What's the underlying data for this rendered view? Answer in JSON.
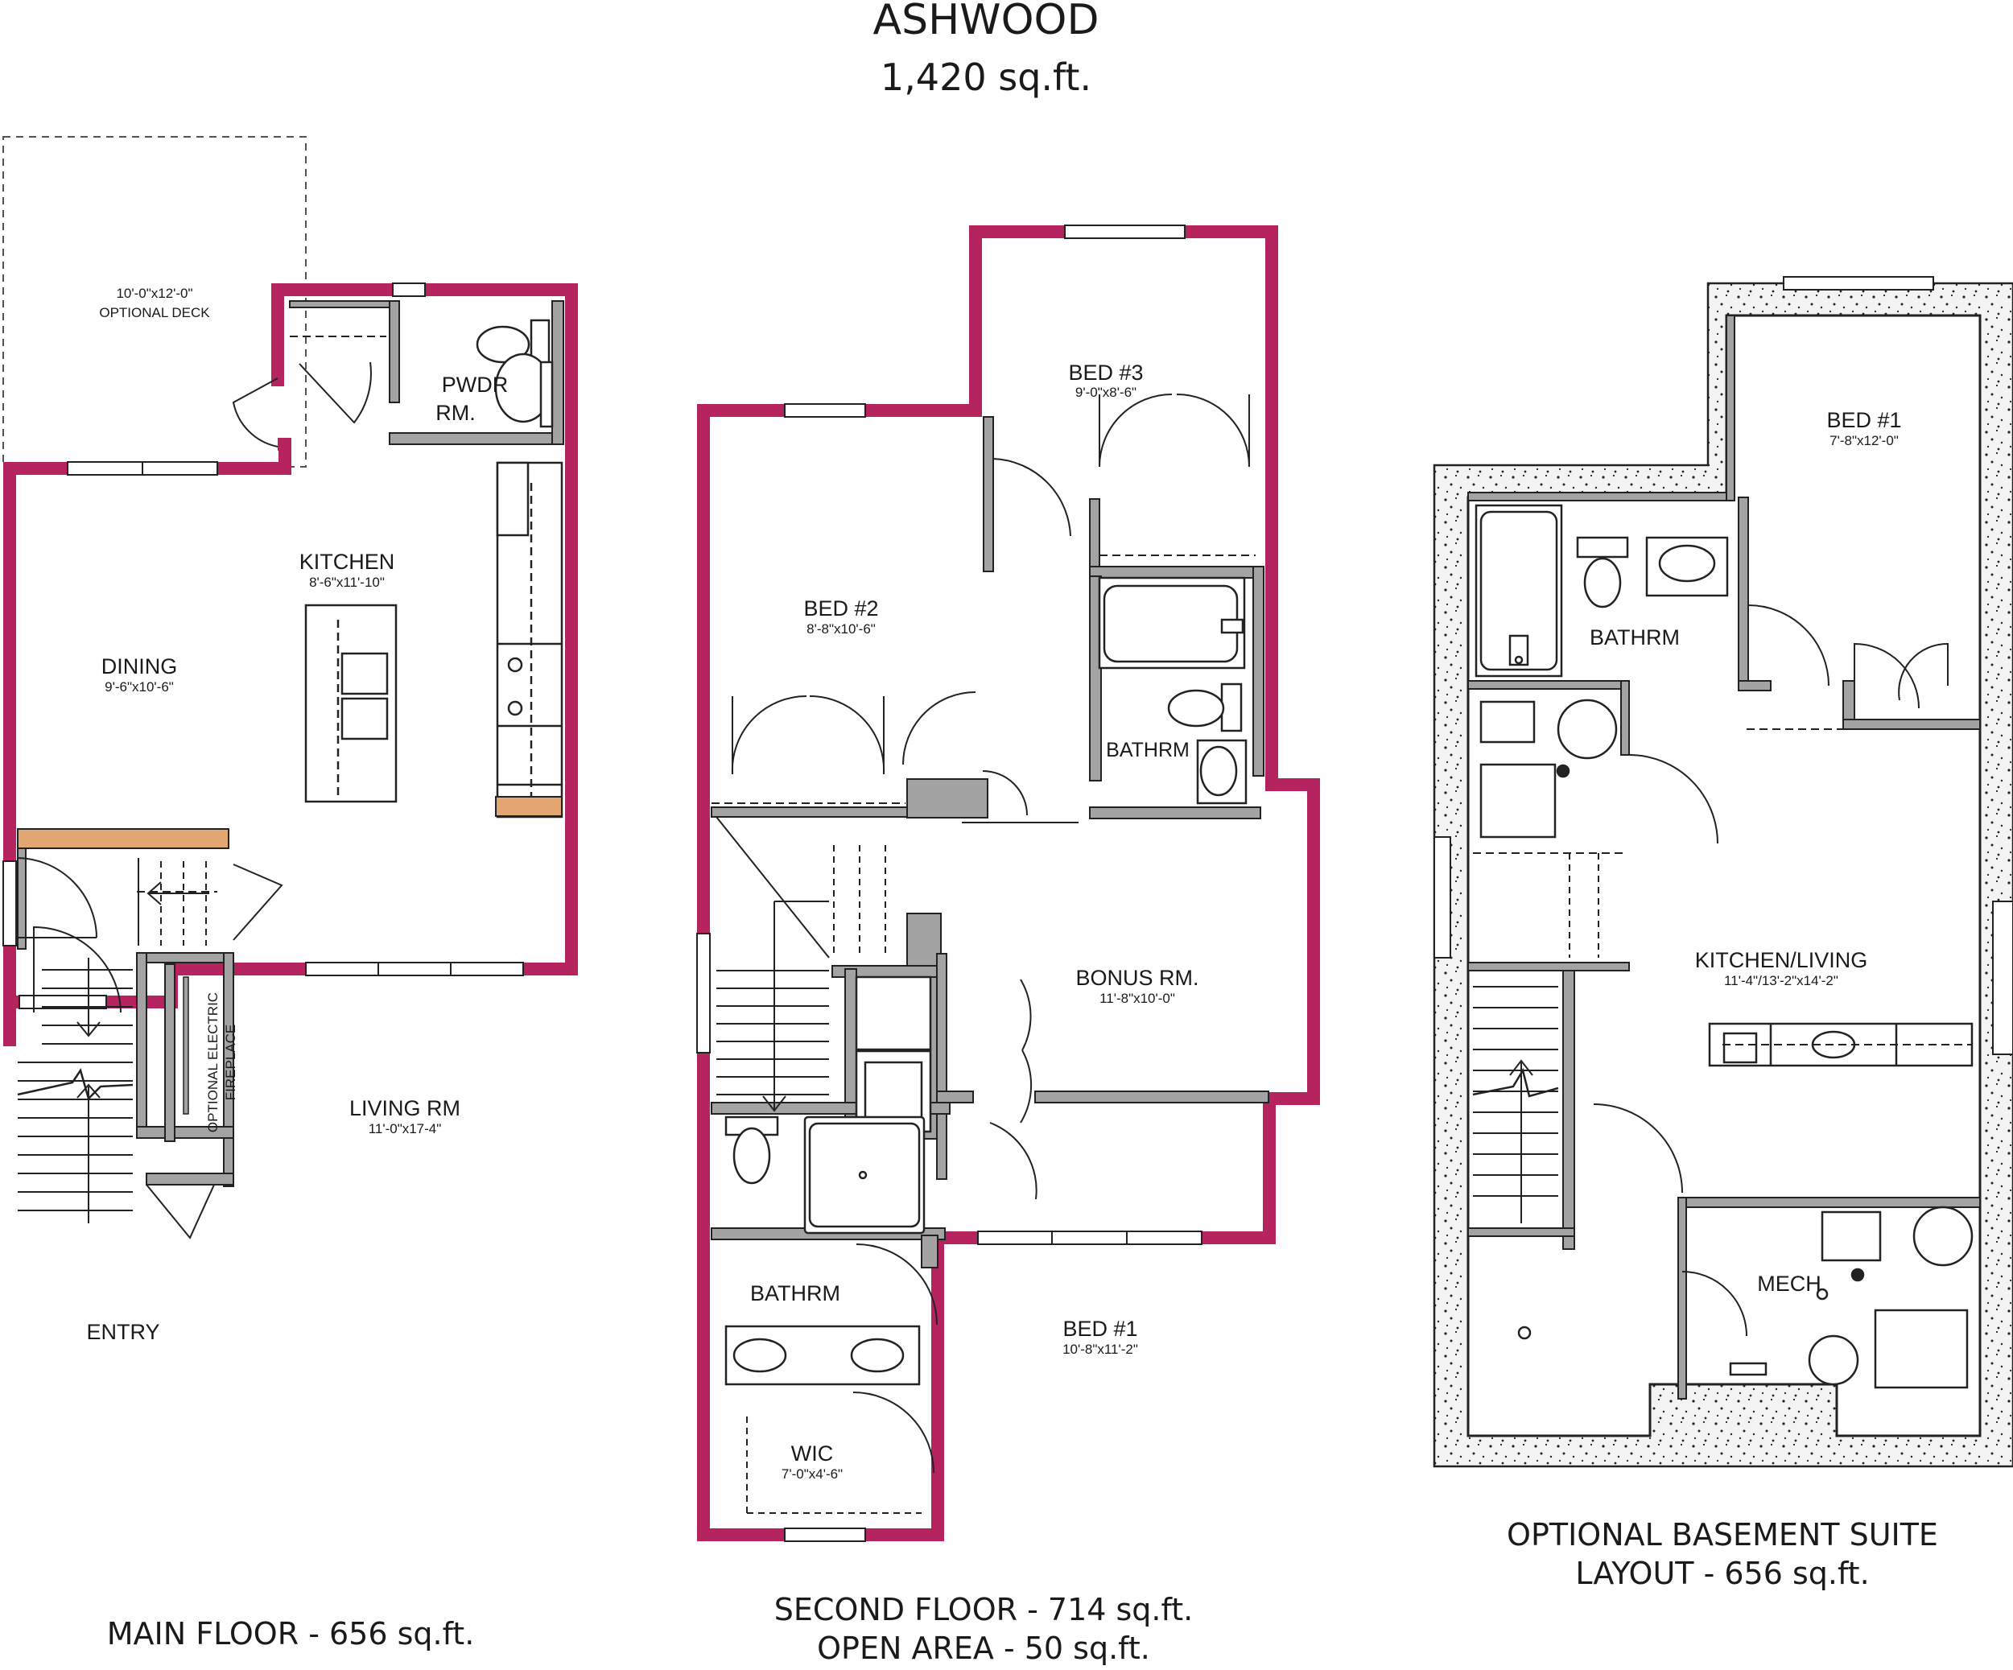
{
  "header": {
    "model_name": "ASHWOOD",
    "total_area": "1,420  sq.ft."
  },
  "main_floor": {
    "caption": "MAIN FLOOR - 656 sq.ft.",
    "rooms": {
      "deck": {
        "dims": "10'-0\"x12'-0\"",
        "label": "OPTIONAL DECK"
      },
      "powder": {
        "label_line1": "PWDR",
        "label_line2": "RM."
      },
      "kitchen": {
        "label": "KITCHEN",
        "dims": "8'-6\"x11'-10\""
      },
      "dining": {
        "label": "DINING",
        "dims": "9'-6\"x10'-6\""
      },
      "living": {
        "label": "LIVING RM",
        "dims": "11'-0\"x17-4\""
      },
      "entry": {
        "label": "ENTRY"
      },
      "fireplace": {
        "line1": "OPTIONAL ELECTRIC",
        "line2": "FIREPLACE"
      }
    }
  },
  "second_floor": {
    "caption_line1": "SECOND FLOOR - 714 sq.ft.",
    "caption_line2": "OPEN AREA - 50 sq.ft.",
    "rooms": {
      "bed3": {
        "label": "BED #3",
        "dims": "9'-0\"x8'-6\""
      },
      "bed2": {
        "label": "BED #2",
        "dims": "8'-8\"x10'-6\""
      },
      "bathrm_upper": {
        "label": "BATHRM"
      },
      "bonus": {
        "label": "BONUS RM.",
        "dims": "11'-8\"x10'-0\""
      },
      "bathrm_lower": {
        "label": "BATHRM"
      },
      "bed1": {
        "label": "BED #1",
        "dims": "10'-8\"x11'-2\""
      },
      "wic": {
        "label": "WIC",
        "dims": "7'-0\"x4'-6\""
      }
    }
  },
  "basement": {
    "caption_line1": "OPTIONAL BASEMENT SUITE",
    "caption_line2": "LAYOUT - 656 sq.ft.",
    "rooms": {
      "bed1": {
        "label": "BED #1",
        "dims": "7'-8\"x12'-0\""
      },
      "bathrm": {
        "label": "BATHRM"
      },
      "kitchen_living": {
        "label": "KITCHEN/LIVING",
        "dims": "11'-4\"/13'-2\"x14'-2\""
      },
      "mech": {
        "label": "MECH"
      }
    }
  },
  "colors": {
    "exterior_wall": "#b5245e",
    "interior_wall": "#a3a3a3",
    "line": "#222222",
    "wood_counter": "#e2a673",
    "foundation": "#ececec"
  }
}
